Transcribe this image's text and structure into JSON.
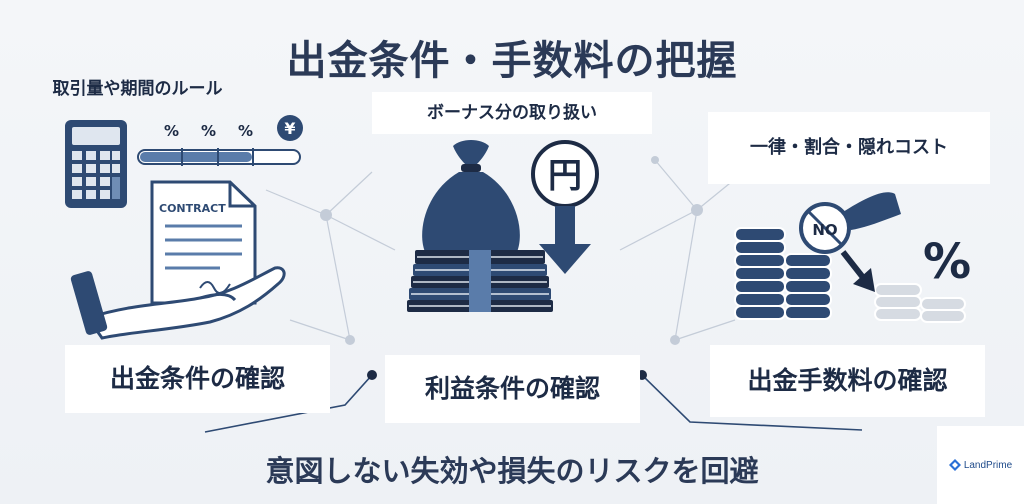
{
  "title": "出金条件・手数料の把握",
  "top_labels": {
    "left": "取引量や期間のルール",
    "center": "ボーナス分の取り扱い",
    "right": "一律・割合・隠れコスト"
  },
  "bottom_labels": {
    "left": "出金条件の確認",
    "center": "利益条件の確認",
    "right": "出金手数料の確認"
  },
  "illustration_text": {
    "percent": "%",
    "yen": "¥",
    "contract": "CONTRACT",
    "en": "円",
    "no": "NO",
    "big_percent": "%"
  },
  "footer": "意図しない失効や損失のリスクを回避",
  "logo": {
    "text": "LandPrime"
  },
  "colors": {
    "primary": "#2e4a73",
    "dark": "#1d2b45",
    "accent": "#3f6596"
  }
}
